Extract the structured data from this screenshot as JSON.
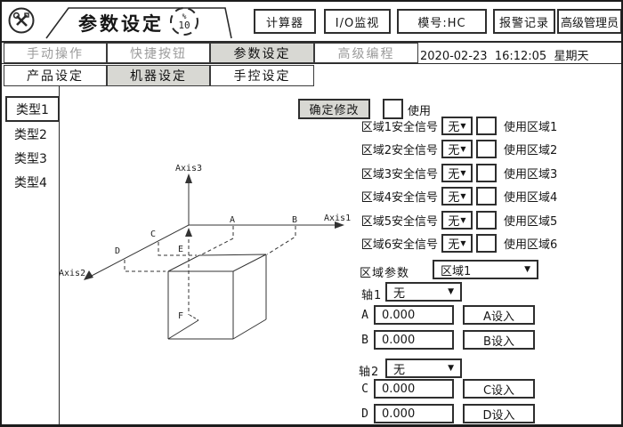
{
  "header": {
    "title": "参数设定",
    "speed": {
      "percent_sign": "%",
      "value": "10"
    },
    "buttons": [
      {
        "label": "计算器"
      },
      {
        "label": "I/O监视"
      },
      {
        "label": "模号:HC"
      },
      {
        "label": "报警记录"
      },
      {
        "label": "高级管理员"
      }
    ]
  },
  "datetime": "2020-02-23  16:12:05  星期天",
  "nav_tabs": [
    {
      "label": "手动操作"
    },
    {
      "label": "快捷按钮"
    },
    {
      "label": "参数设定"
    },
    {
      "label": "高级编程"
    }
  ],
  "sub_tabs": [
    {
      "label": "产品设定"
    },
    {
      "label": "机器设定"
    },
    {
      "label": "手控设定"
    }
  ],
  "sidebar": {
    "items": [
      {
        "label": "类型1"
      },
      {
        "label": "类型2"
      },
      {
        "label": "类型3"
      },
      {
        "label": "类型4"
      }
    ]
  },
  "diagram": {
    "axis1": "Axis1",
    "axis2": "Axis2",
    "axis3": "Axis3",
    "point_a": "A",
    "point_b": "B",
    "point_c": "C",
    "point_d": "D",
    "point_e": "E",
    "point_f": "F"
  },
  "panel": {
    "confirm_button": "确定修改",
    "use_label": "使用",
    "zone_rows": [
      {
        "label": "区域1安全信号",
        "value": "无",
        "use_label": "使用区域1"
      },
      {
        "label": "区域2安全信号",
        "value": "无",
        "use_label": "使用区域2"
      },
      {
        "label": "区域3安全信号",
        "value": "无",
        "use_label": "使用区域3"
      },
      {
        "label": "区域4安全信号",
        "value": "无",
        "use_label": "使用区域4"
      },
      {
        "label": "区域5安全信号",
        "value": "无",
        "use_label": "使用区域5"
      },
      {
        "label": "区域6安全信号",
        "value": "无",
        "use_label": "使用区域6"
      }
    ],
    "zone_param_label": "区域参数",
    "zone_param_value": "区域1",
    "axis1_label": "轴1",
    "axis1_value": "无",
    "axis2_label": "轴2",
    "axis2_value": "无",
    "coords": [
      {
        "label": "A",
        "value": "0.000",
        "button": "A设入"
      },
      {
        "label": "B",
        "value": "0.000",
        "button": "B设入"
      },
      {
        "label": "C",
        "value": "0.000",
        "button": "C设入"
      },
      {
        "label": "D",
        "value": "0.000",
        "button": "D设入"
      }
    ]
  },
  "icons": {
    "dropdown_arrow": "▼"
  },
  "colors": {
    "line": "#2a2a2a",
    "active_tab_bg": "#d8d8d3",
    "inactive_text": "#9b9b9b"
  }
}
